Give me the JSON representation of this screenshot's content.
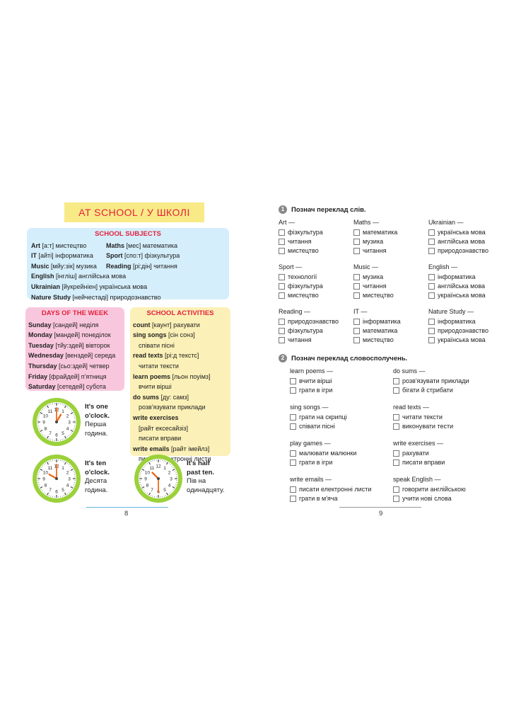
{
  "left": {
    "title": "AT SCHOOL / У ШКОЛІ",
    "subjects_header": "SCHOOL SUBJECTS",
    "subjects_col1": [
      {
        "en": "Art",
        "rest": " [а:т] мистецтво"
      },
      {
        "en": "IT",
        "rest": " [айті] інформатика"
      },
      {
        "en": "Music",
        "rest": " [мйу:зік] музика"
      },
      {
        "en": "English",
        "rest": " [інгліш] англійська мова"
      },
      {
        "en": "Ukrainian",
        "rest": " [йукрейніен] українська мова"
      },
      {
        "en": "Nature Study",
        "rest": " [нейчестаді] природознавство"
      }
    ],
    "subjects_col2": [
      {
        "en": "Maths",
        "rest": " [мес] математика"
      },
      {
        "en": "Sport",
        "rest": " [спо:т] фізкультура"
      },
      {
        "en": "Reading",
        "rest": " [рі:дін] читання"
      }
    ],
    "days_header": "DAYS OF THE WEEK",
    "days": [
      {
        "en": "Sunday",
        "rest": " [сандей] неділя"
      },
      {
        "en": "Monday",
        "rest": " [мандей] понеділок"
      },
      {
        "en": "Tuesday",
        "rest": " [тйу:здей] вівторок"
      },
      {
        "en": "Wednesday",
        "rest": " [венздей] середа"
      },
      {
        "en": "Thursday",
        "rest": " [сьо:здей] четвер"
      },
      {
        "en": "Friday",
        "rest": " [фрайдей] п'ятниця"
      },
      {
        "en": "Saturday",
        "rest": " [сетедей] субота"
      }
    ],
    "acts_header": "SCHOOL ACTIVITIES",
    "acts": [
      {
        "en": "count",
        "rest": " [каунт] рахувати",
        "sub": ""
      },
      {
        "en": "sing songs",
        "rest": " [сін сонз]",
        "sub": "співати пісні"
      },
      {
        "en": "read texts",
        "rest": " [рі:д текстс]",
        "sub": "читати тексти"
      },
      {
        "en": "learn poems",
        "rest": " [льон поуімз]",
        "sub": "вчити вірші"
      },
      {
        "en": "do sums",
        "rest": " [ду: самз]",
        "sub": "розв'язувати приклади"
      },
      {
        "en": "write exercises",
        "rest": "",
        "sub": "[райт ексесайзіз]"
      },
      {
        "en": "",
        "rest": "",
        "sub": "писати вправи"
      },
      {
        "en": "write emails",
        "rest": " [райт імейлз]",
        "sub": "писати електронні листи"
      }
    ],
    "clock1": {
      "title1": "It's one",
      "title2": "o'clock.",
      "ua1": "Перша",
      "ua2": "година."
    },
    "clock2": {
      "title1": "It's ten",
      "title2": "o'clock.",
      "ua1": "Десята",
      "ua2": "година."
    },
    "clock3": {
      "title1": "It's half",
      "title2": "past ten.",
      "ua1": "Пів на",
      "ua2": "одинадцяту."
    },
    "page_number": "8"
  },
  "right": {
    "ex1_num": "1",
    "ex1_title": "Познач переклад слів.",
    "ex1_groups": [
      {
        "word": "Art —",
        "opts": [
          "фізкультура",
          "читання",
          "мистецтво"
        ]
      },
      {
        "word": "Maths —",
        "opts": [
          "математика",
          "музика",
          "читання"
        ]
      },
      {
        "word": "Ukrainian —",
        "opts": [
          "українська мова",
          "англійська мова",
          "природознавство"
        ]
      },
      {
        "word": "Sport —",
        "opts": [
          "технології",
          "фізкультура",
          "мистецтво"
        ]
      },
      {
        "word": "Music —",
        "opts": [
          "музика",
          "читання",
          "мистецтво"
        ]
      },
      {
        "word": "English —",
        "opts": [
          "інформатика",
          "англійська мова",
          "українська мова"
        ]
      },
      {
        "word": "Reading —",
        "opts": [
          "природознавство",
          "фізкультура",
          "читання"
        ]
      },
      {
        "word": "IT —",
        "opts": [
          "інформатика",
          "математика",
          "мистецтво"
        ]
      },
      {
        "word": "Nature Study —",
        "opts": [
          "інформатика",
          "природознавство",
          "українська мова"
        ]
      }
    ],
    "ex2_num": "2",
    "ex2_title": "Познач переклад словосполучень.",
    "ex2_groups": [
      {
        "word": "learn poems —",
        "opts": [
          "вчити вірші",
          "грати в ігри"
        ]
      },
      {
        "word": "do sums —",
        "opts": [
          "розв'язувати приклади",
          "бігати й стрибати"
        ]
      },
      {
        "word": "sing songs —",
        "opts": [
          "грати на скрипці",
          "співати пісні"
        ]
      },
      {
        "word": "read texts —",
        "opts": [
          "читати тексти",
          "виконувати тести"
        ]
      },
      {
        "word": "play games —",
        "opts": [
          "малювати малюнки",
          "грати в ігри"
        ]
      },
      {
        "word": "write exercises —",
        "opts": [
          "рахувати",
          "писати вправи"
        ]
      },
      {
        "word": "write emails —",
        "opts": [
          "писати електронні листи",
          "грати в м'яча"
        ]
      },
      {
        "word": "speak English —",
        "opts": [
          "говорити англійською",
          "учити нові слова"
        ]
      }
    ],
    "page_number": "9"
  },
  "colors": {
    "title_red": "#e3213b",
    "title_bg": "#f8ea86",
    "subjects_bg": "#d5eefb",
    "days_bg": "#f9c7dd",
    "acts_bg": "#fbf0b7",
    "clock_rim": "#9bd13a"
  }
}
